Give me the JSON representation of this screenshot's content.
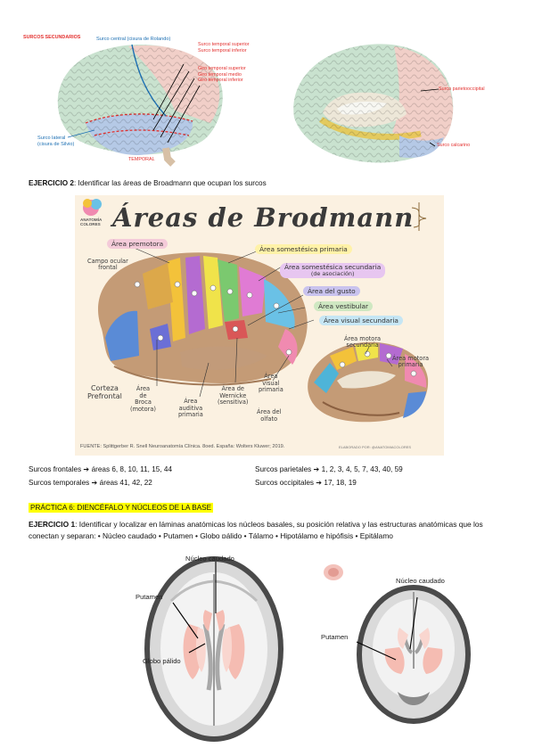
{
  "top_figures": {
    "title": "SURCOS SECUNDARIOS",
    "central_sulcus": "Surco central (cisura de Rolando)",
    "temporal_sulci": [
      "Surco temporal superior",
      "Surco temporal inferior"
    ],
    "temporal_gyri": [
      "Giro temporal superior",
      "Giro temporal medio",
      "Giro temporal inferior"
    ],
    "lateral_sulcus": [
      "Surco lateral",
      "(cisura de Silvio)"
    ],
    "temporal_lobe": "TEMPORAL",
    "parieto_occipital": "Surco parietooccipital",
    "calcarine": "Surco calcarino"
  },
  "exercise2": {
    "label": "EJERCICIO 2",
    "text": ": Identificar las áreas de Broadmann que ocupan los surcos"
  },
  "poster": {
    "title": "Áreas de Brodmann",
    "logo_text": [
      "ANATOMÍA",
      "COLORES"
    ],
    "labels": {
      "premotora": "Área premotora",
      "campo_ocular": [
        "Campo ocular",
        "frontal"
      ],
      "somestesica_primaria": "Área somestésica primaria",
      "somestesica_secundaria": [
        "Área somestésica secundaria",
        "(de asociación)"
      ],
      "gusto": "Área del gusto",
      "vestibular": "Área vestibular",
      "visual_secundaria": "Área visual secundaria",
      "motora_secundaria": [
        "Área motora",
        "secundaria"
      ],
      "motora_primaria": [
        "Área motora",
        "primaria"
      ],
      "corteza_prefrontal": [
        "Corteza",
        "Prefrontal"
      ],
      "broca": [
        "Área",
        "de",
        "Broca",
        "(motora)"
      ],
      "auditiva": [
        "Área",
        "auditiva",
        "primaria"
      ],
      "wernicke": [
        "Área de",
        "Wernicke",
        "(sensitiva)"
      ],
      "visual_primaria": [
        "Área",
        "visual",
        "primaria"
      ],
      "olfato": [
        "Área del",
        "olfato"
      ]
    },
    "source": "FUENTE: Splittgerber R. Snell Neuroanatomía Clínica. 8oed. España: Wolters Kluwer; 2019.",
    "credit": "ELABORADO POR: @ANATOMIACOLORES"
  },
  "sulci_areas": {
    "frontales": "Surcos frontales ➔ áreas 6, 8, 10, 11, 15, 44",
    "temporales": "Surcos temporales ➔ áreas 41, 42, 22",
    "parietales": "Surcos parietales ➔ 1, 2, 3, 4, 5, 7, 43, 40, 59",
    "occipitales": "Surcos occipitales ➔ 17, 18, 19"
  },
  "practice6": {
    "heading": "PRÁCTICA 6: DIENCÉFALO Y NÚCLEOS DE LA BASE",
    "ex1_label": "EJERCICIO 1",
    "ex1_text": ": Identificar y localizar en láminas anatómicas los núcleos basales, su posición relativa y las estructuras anatómicas que los conectan y separan: • Núcleo caudado • Putamen • Globo pálido • Tálamo • Hipotálamo e hipófisis • Epitálamo"
  },
  "mri": {
    "axial": {
      "caudate": "Núcleo caudado",
      "putamen": "Putamen",
      "globus": "Globo pálido"
    },
    "coronal": {
      "caudate": "Núcleo caudado",
      "putamen": "Putamen"
    }
  },
  "colors": {
    "accent_red": "#e3312f",
    "accent_blue": "#1c6fb3",
    "highlight": "#ffff00",
    "poster_bg": "#fbf1e1"
  }
}
